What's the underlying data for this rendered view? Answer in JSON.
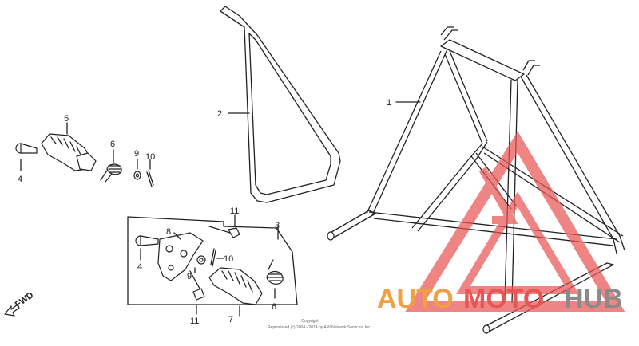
{
  "callouts": {
    "c1": "1",
    "c2": "2",
    "c3": "3",
    "c4a": "4",
    "c4b": "4",
    "c5": "5",
    "c6a": "6",
    "c6b": "6",
    "c7": "7",
    "c8": "8",
    "c9a": "9",
    "c9b": "9",
    "c10a": "10",
    "c10b": "10",
    "c11a": "11",
    "c11b": "11"
  },
  "direction": {
    "label": "FWD"
  },
  "copyright": {
    "line1": "Copyright",
    "line2": "Reproduced (c) 2004 - 2014 by ARI Network Services, Inc."
  },
  "watermark": {
    "part1": "AUTO",
    "part2": "MOTO",
    "part3": "HUB",
    "colors": {
      "orange": "#f0a040",
      "red": "#e85555",
      "gray": "#8a8a8a"
    }
  }
}
